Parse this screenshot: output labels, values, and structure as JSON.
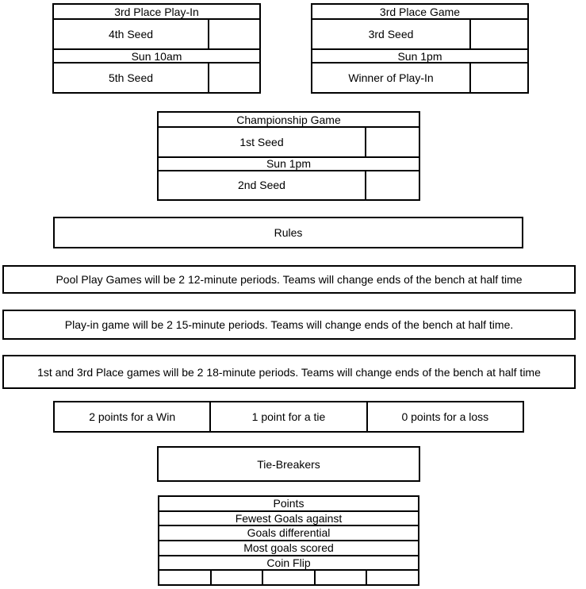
{
  "colors": {
    "background": "#ffffff",
    "border": "#000000",
    "text": "#000000"
  },
  "brackets": [
    {
      "title": "3rd Place Play-In",
      "top_team": "4th Seed",
      "time": "Sun 10am",
      "bottom_team": "5th Seed"
    },
    {
      "title": "3rd Place Game",
      "top_team": "3rd Seed",
      "time": "Sun 1pm",
      "bottom_team": "Winner of Play-In"
    },
    {
      "title": "Championship Game",
      "top_team": "1st Seed",
      "time": "Sun 1pm",
      "bottom_team": "2nd Seed"
    }
  ],
  "rules": {
    "title": "Rules",
    "items": [
      "Pool Play Games will be 2 12-minute periods. Teams will change ends of the bench at half time",
      "Play-in game will be 2 15-minute periods. Teams will change ends of the bench at half time.",
      "1st and 3rd Place games will be 2 18-minute periods. Teams will change ends of the bench at half time"
    ]
  },
  "points": [
    "2 points for a Win",
    "1 point for a tie",
    "0 points for a loss"
  ],
  "tie_breakers": {
    "title": "Tie-Breakers",
    "items": [
      "Points",
      "Fewest Goals against",
      "Goals differential",
      "Most goals scored",
      "Coin Flip"
    ]
  }
}
